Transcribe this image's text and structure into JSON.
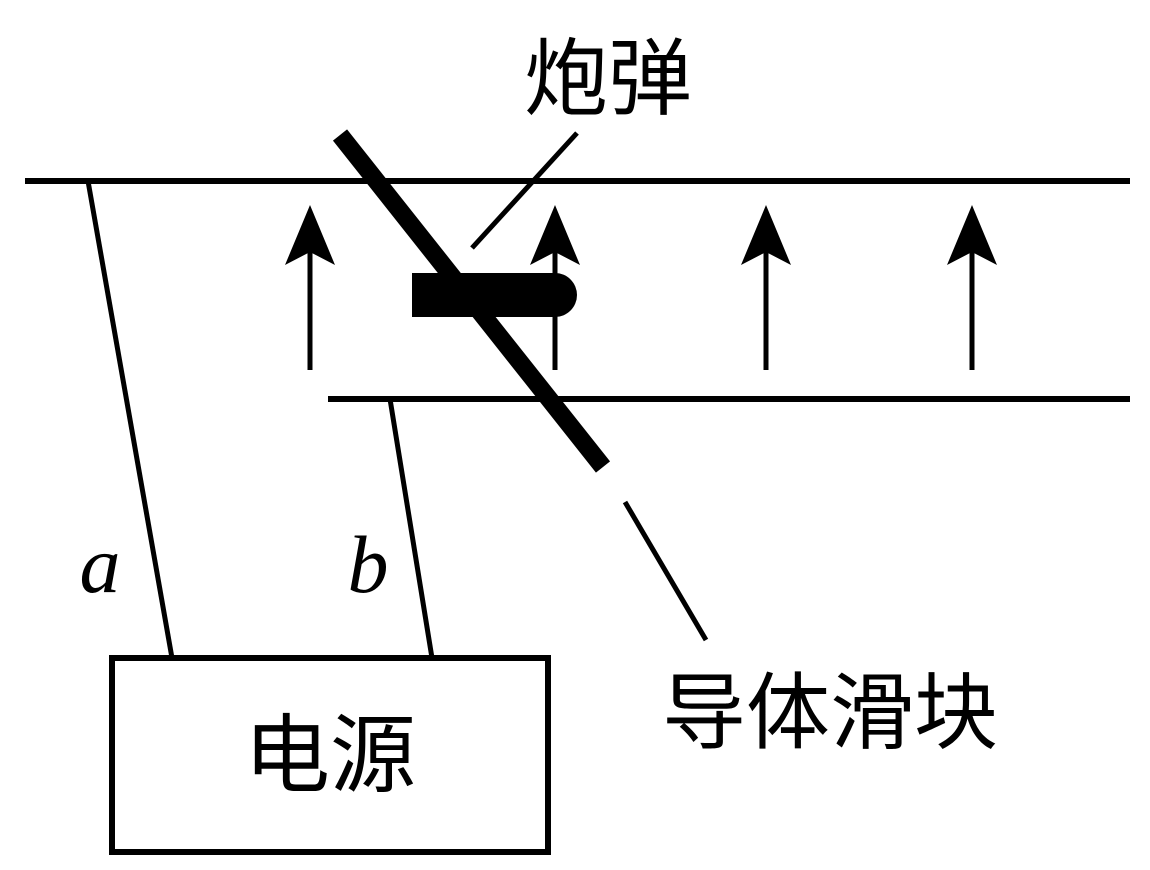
{
  "labels": {
    "projectile": "炮弹",
    "slider": "导体滑块",
    "wire_a": "a",
    "wire_b": "b",
    "power_source": "电源"
  },
  "field": {
    "direction": "up",
    "arrow_count": 4
  },
  "colors": {
    "ink": "#000000",
    "background": "#ffffff"
  }
}
